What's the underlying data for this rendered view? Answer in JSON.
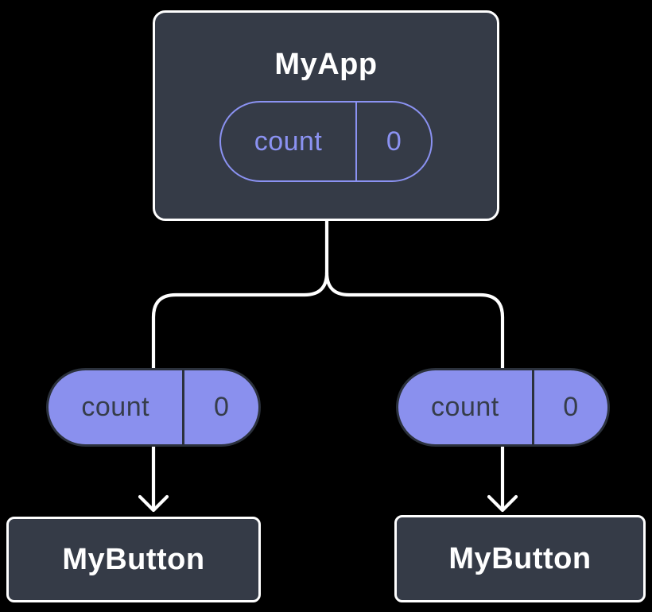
{
  "diagram_title": "component-state-tree",
  "colors": {
    "bg": "#000000",
    "node_fill": "#353B47",
    "node_border": "#FFFFFF",
    "accent": "#8B92F2",
    "pill_fill": "#8A90EE",
    "pill_dark": "#2B313C",
    "pill_text": "#363D4A",
    "line": "#FFFFFF"
  },
  "app_node": {
    "title": "MyApp",
    "state": {
      "label": "count",
      "value": "0"
    }
  },
  "child_pills": {
    "left": {
      "label": "count",
      "value": "0"
    },
    "right": {
      "label": "count",
      "value": "0"
    }
  },
  "buttons": {
    "left": {
      "title": "MyButton"
    },
    "right": {
      "title": "MyButton"
    }
  }
}
